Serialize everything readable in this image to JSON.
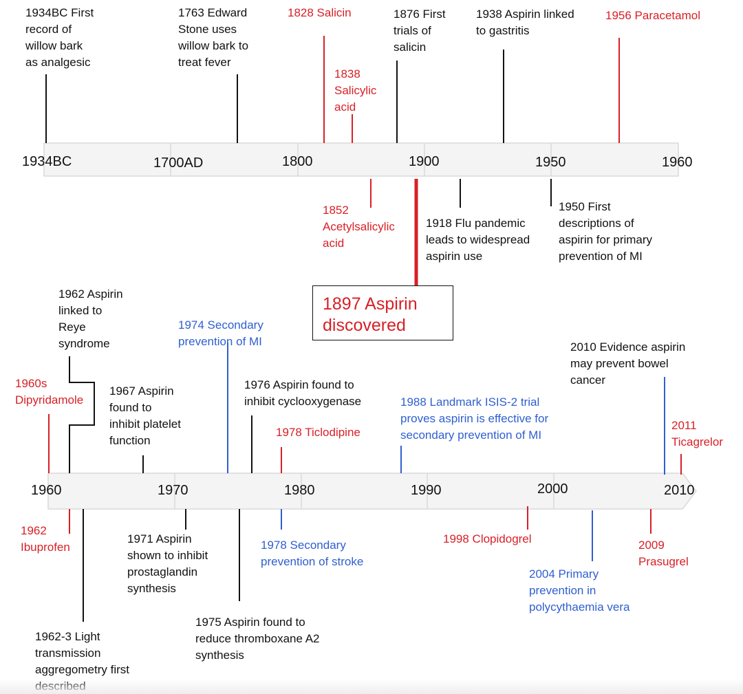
{
  "colors": {
    "black": "#111111",
    "red": "#d81f26",
    "blue": "#2f5fcf"
  },
  "top_axis": {
    "labels": [
      "1934BC",
      "1700AD",
      "1800",
      "1900",
      "1950",
      "1960"
    ],
    "events": [
      {
        "year": "1934 BC",
        "text": "1934BC First\nrecord of\nwillow bark\nas analgesic",
        "color": "black"
      },
      {
        "year": "1763",
        "text": "1763 Edward\nStone uses\nwillow bark to\ntreat fever",
        "color": "black"
      },
      {
        "year": "1828",
        "text": "1828 Salicin",
        "color": "red"
      },
      {
        "year": "1838",
        "text": "1838\nSalicylic\nacid",
        "color": "red"
      },
      {
        "year": "1876",
        "text": "1876 First\ntrials of\nsalicin",
        "color": "black"
      },
      {
        "year": "1938",
        "text": "1938 Aspirin linked\nto gastritis",
        "color": "black"
      },
      {
        "year": "1956",
        "text": "1956 Paracetamol",
        "color": "red"
      },
      {
        "year": "1852",
        "text": "1852\nAcetylsalicylic\nacid",
        "color": "red"
      },
      {
        "year": "1918",
        "text": "1918 Flu pandemic\nleads to widespread\naspirin use",
        "color": "black"
      },
      {
        "year": "1950",
        "text": "1950 First\ndescriptions of\naspirin for primary\nprevention of MI",
        "color": "black"
      }
    ],
    "highlight": {
      "year": "1897",
      "text": "1897 Aspirin\ndiscovered",
      "color": "red"
    }
  },
  "bottom_axis": {
    "labels": [
      "1960",
      "1970",
      "1980",
      "1990",
      "2000",
      "2010"
    ],
    "events": [
      {
        "year": "1962",
        "text": "1962 Aspirin\nlinked to\nReye\nsyndrome",
        "color": "black"
      },
      {
        "year": "1960s",
        "text": "1960s\nDipyridamole",
        "color": "red"
      },
      {
        "year": "1967",
        "text": "1967 Aspirin\nfound to\ninhibit platelet\nfunction",
        "color": "black"
      },
      {
        "year": "1974",
        "text": "1974 Secondary\nprevention of MI",
        "color": "blue"
      },
      {
        "year": "1976",
        "text": "1976 Aspirin found to\ninhibit cyclooxygenase",
        "color": "black"
      },
      {
        "year": "1978",
        "text": "1978 Ticlodipine",
        "color": "red"
      },
      {
        "year": "1988",
        "text": "1988 Landmark ISIS-2 trial\nproves aspirin is effective for\nsecondary prevention of MI",
        "color": "blue"
      },
      {
        "year": "2010",
        "text": "2010 Evidence aspirin\nmay prevent bowel\ncancer",
        "color": "black"
      },
      {
        "year": "2011",
        "text": "2011\nTicagrelor",
        "color": "red"
      },
      {
        "year": "1962",
        "text": "1962\nIbuprofen",
        "color": "red"
      },
      {
        "year": "1971",
        "text": "1971 Aspirin\nshown to inhibit\nprostaglandin\nsynthesis",
        "color": "black"
      },
      {
        "year": "1978",
        "text": "1978 Secondary\nprevention of stroke",
        "color": "blue"
      },
      {
        "year": "1998",
        "text": "1998 Clopidogrel",
        "color": "red"
      },
      {
        "year": "2009",
        "text": "2009\nPrasugrel",
        "color": "red"
      },
      {
        "year": "2004",
        "text": "2004 Primary\nprevention in\npolycythaemia vera",
        "color": "blue"
      },
      {
        "year": "1962-3",
        "text": "1962-3 Light\ntransmission\naggregometry first\ndescribed",
        "color": "black"
      },
      {
        "year": "1975",
        "text": "1975 Aspirin found to\nreduce thromboxane A2\nsynthesis",
        "color": "black"
      }
    ]
  }
}
